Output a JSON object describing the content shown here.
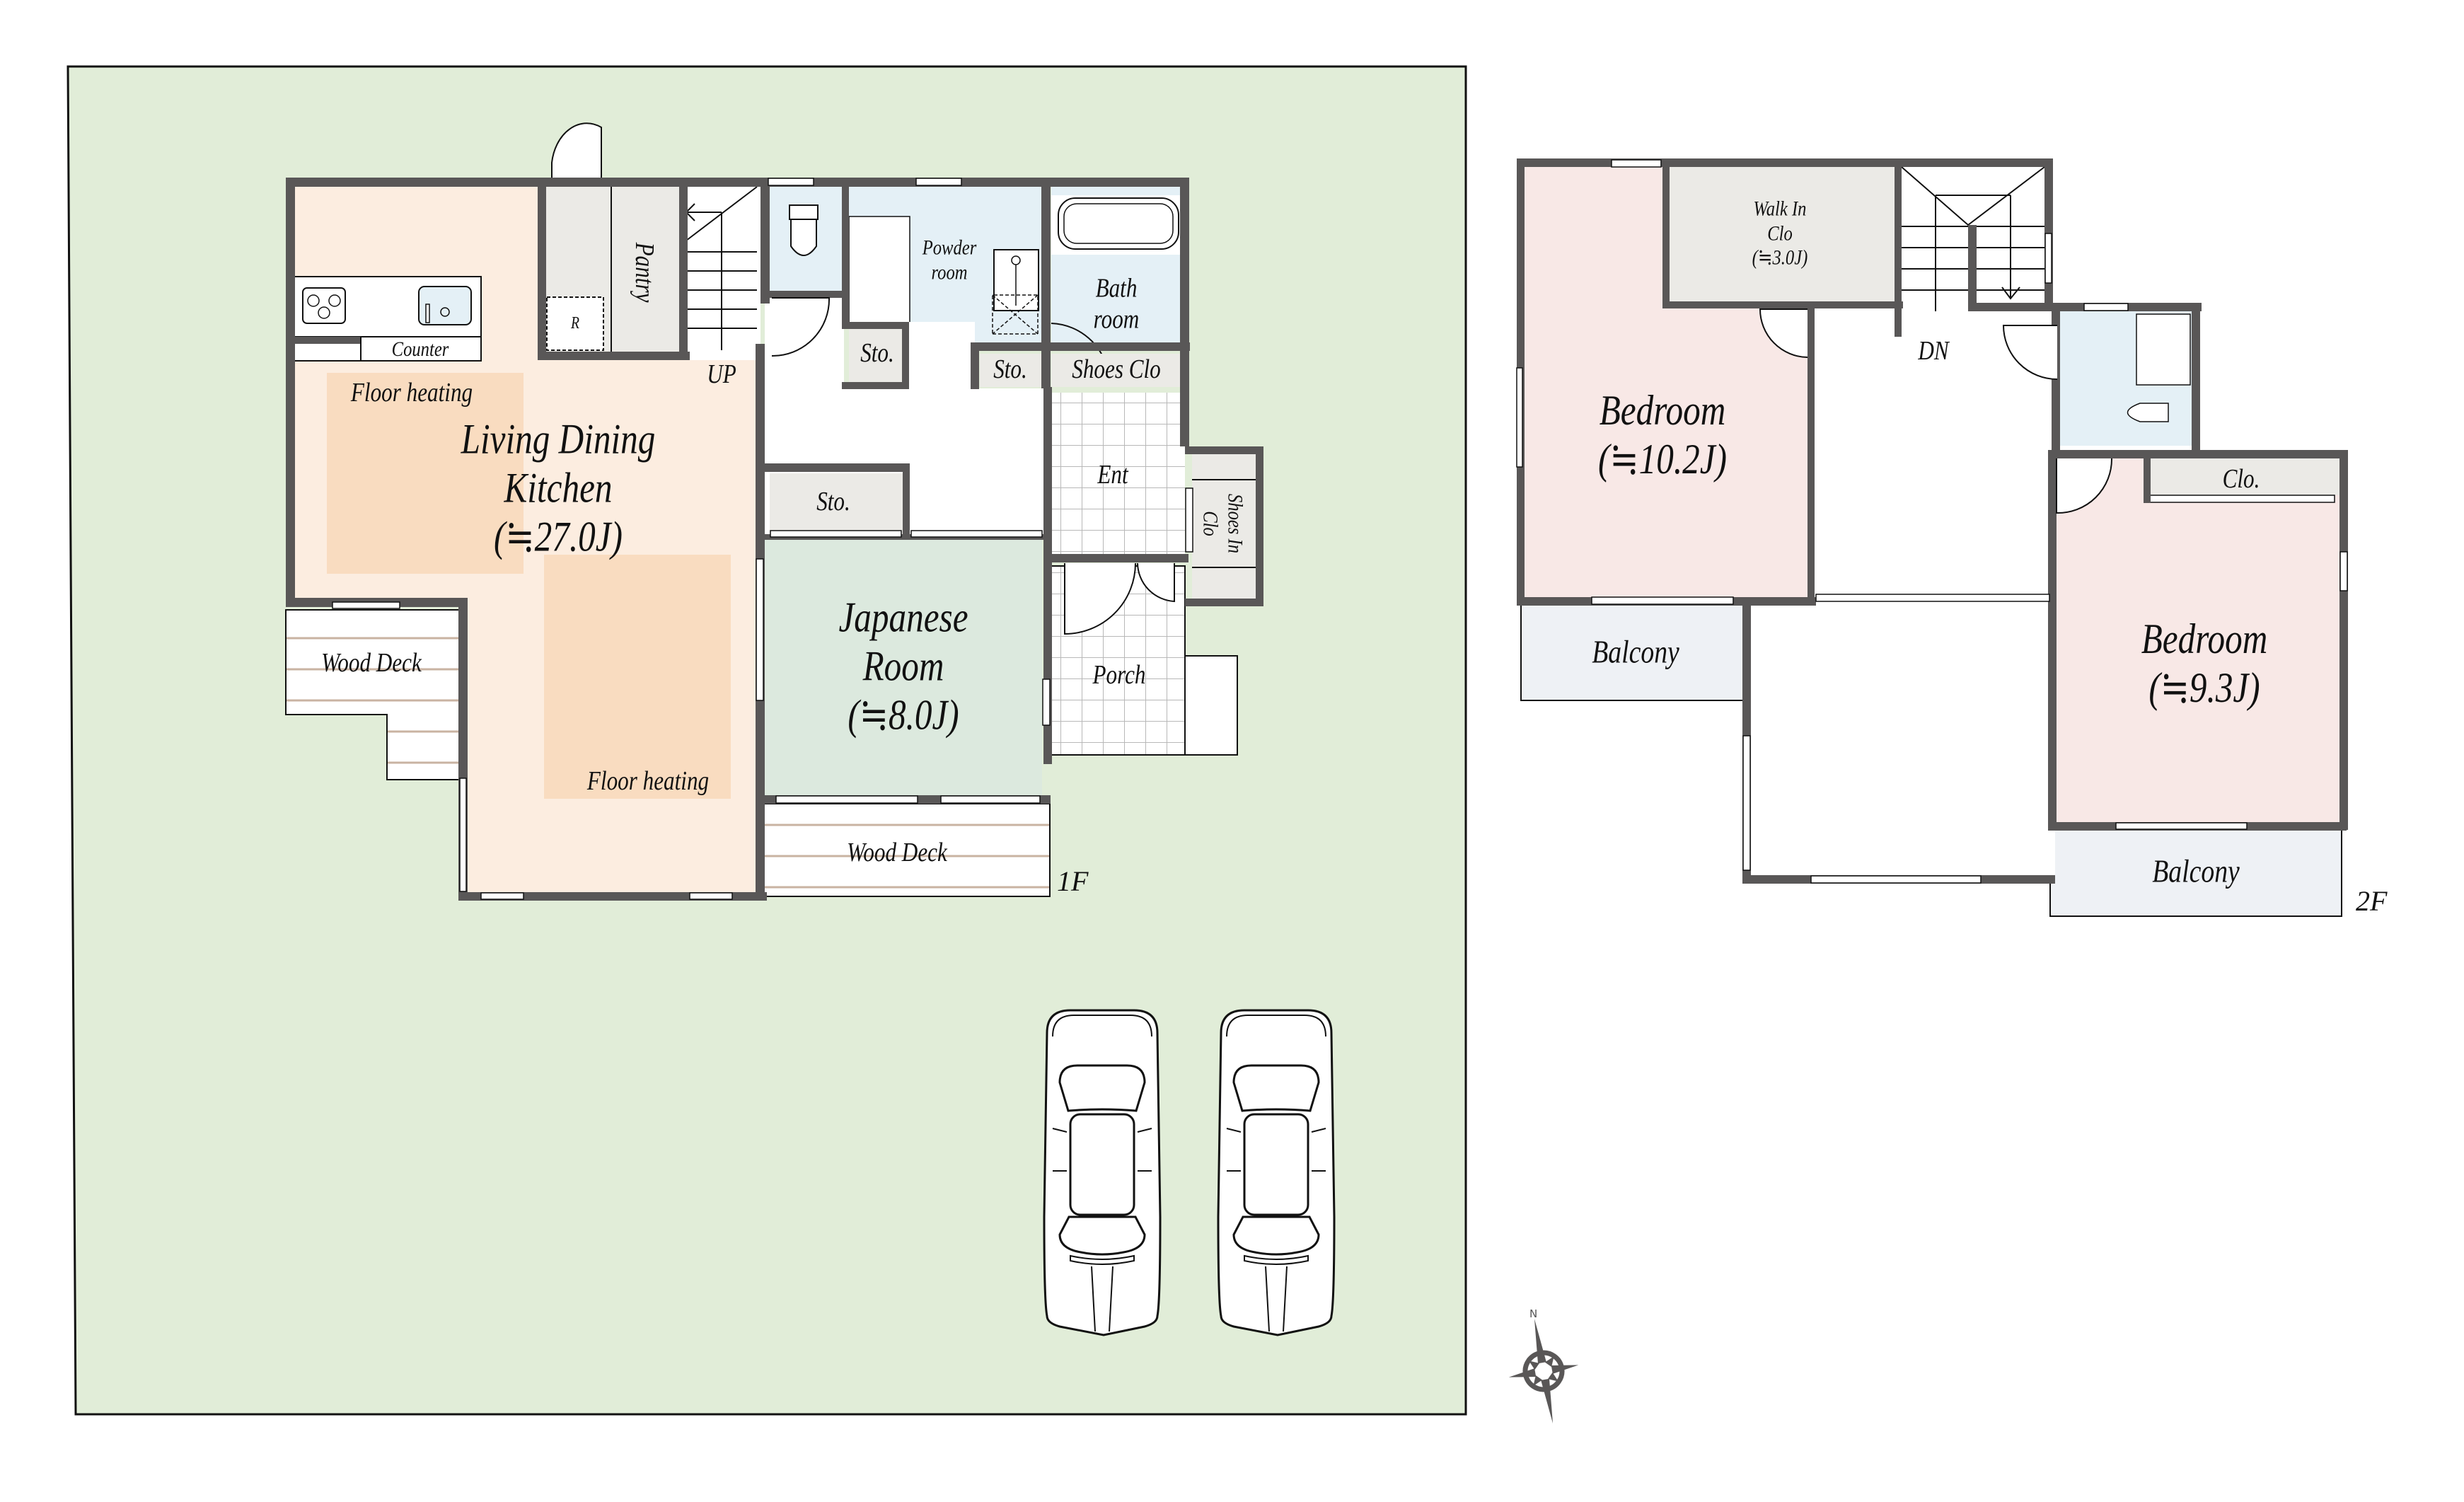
{
  "drawing": {
    "type": "floor-plan",
    "colors": {
      "site": "#e1edd8",
      "wall": "#595757",
      "ldk": "#fcede0",
      "floor_heating": "#f9dcc0",
      "wet_area": "#e4f0f6",
      "storage": "#ebeae6",
      "japanese_room": "#dce9de",
      "bedroom": "#f8e8e6",
      "balcony": "#eef1f5",
      "deck_line": "#c9b3a2"
    }
  },
  "floor1": {
    "tag": "1F",
    "rooms": {
      "ldk": {
        "name_line1": "Living Dining",
        "name_line2": "Kitchen",
        "area": "(≒27.0J)"
      },
      "floor_heating_1": "Floor heating",
      "floor_heating_2": "Floor heating",
      "counter": "Counter",
      "pantry": "Pantry",
      "refrigerator": "R",
      "stairs": "UP",
      "powder_room": {
        "line1": "Powder",
        "line2": "room"
      },
      "bathroom": {
        "line1": "Bath",
        "line2": "room"
      },
      "storage_1": "Sto.",
      "storage_2": "Sto.",
      "storage_3": "Sto.",
      "shoes_closet": "Shoes Clo",
      "entrance": "Ent",
      "shoes_in_closet": {
        "line1": "Shoes In",
        "line2": "Clo"
      },
      "porch": "Porch",
      "japanese_room": {
        "line1": "Japanese",
        "line2": "Room",
        "area": "(≒8.0J)"
      },
      "wood_deck_1": "Wood Deck",
      "wood_deck_2": "Wood Deck"
    },
    "parking": {
      "cars": 2
    }
  },
  "floor2": {
    "tag": "2F",
    "rooms": {
      "bedroom_1": {
        "name": "Bedroom",
        "area": "(≒10.2J)"
      },
      "walk_in_closet": {
        "line1": "Walk In",
        "line2": "Clo",
        "area": "(≒3.0J)"
      },
      "stairs": "DN",
      "bedroom_2": {
        "name": "Bedroom",
        "area": "(≒9.3J)"
      },
      "closet": "Clo.",
      "balcony_1": "Balcony",
      "balcony_2": "Balcony"
    }
  },
  "compass": {
    "north_label": "N"
  }
}
